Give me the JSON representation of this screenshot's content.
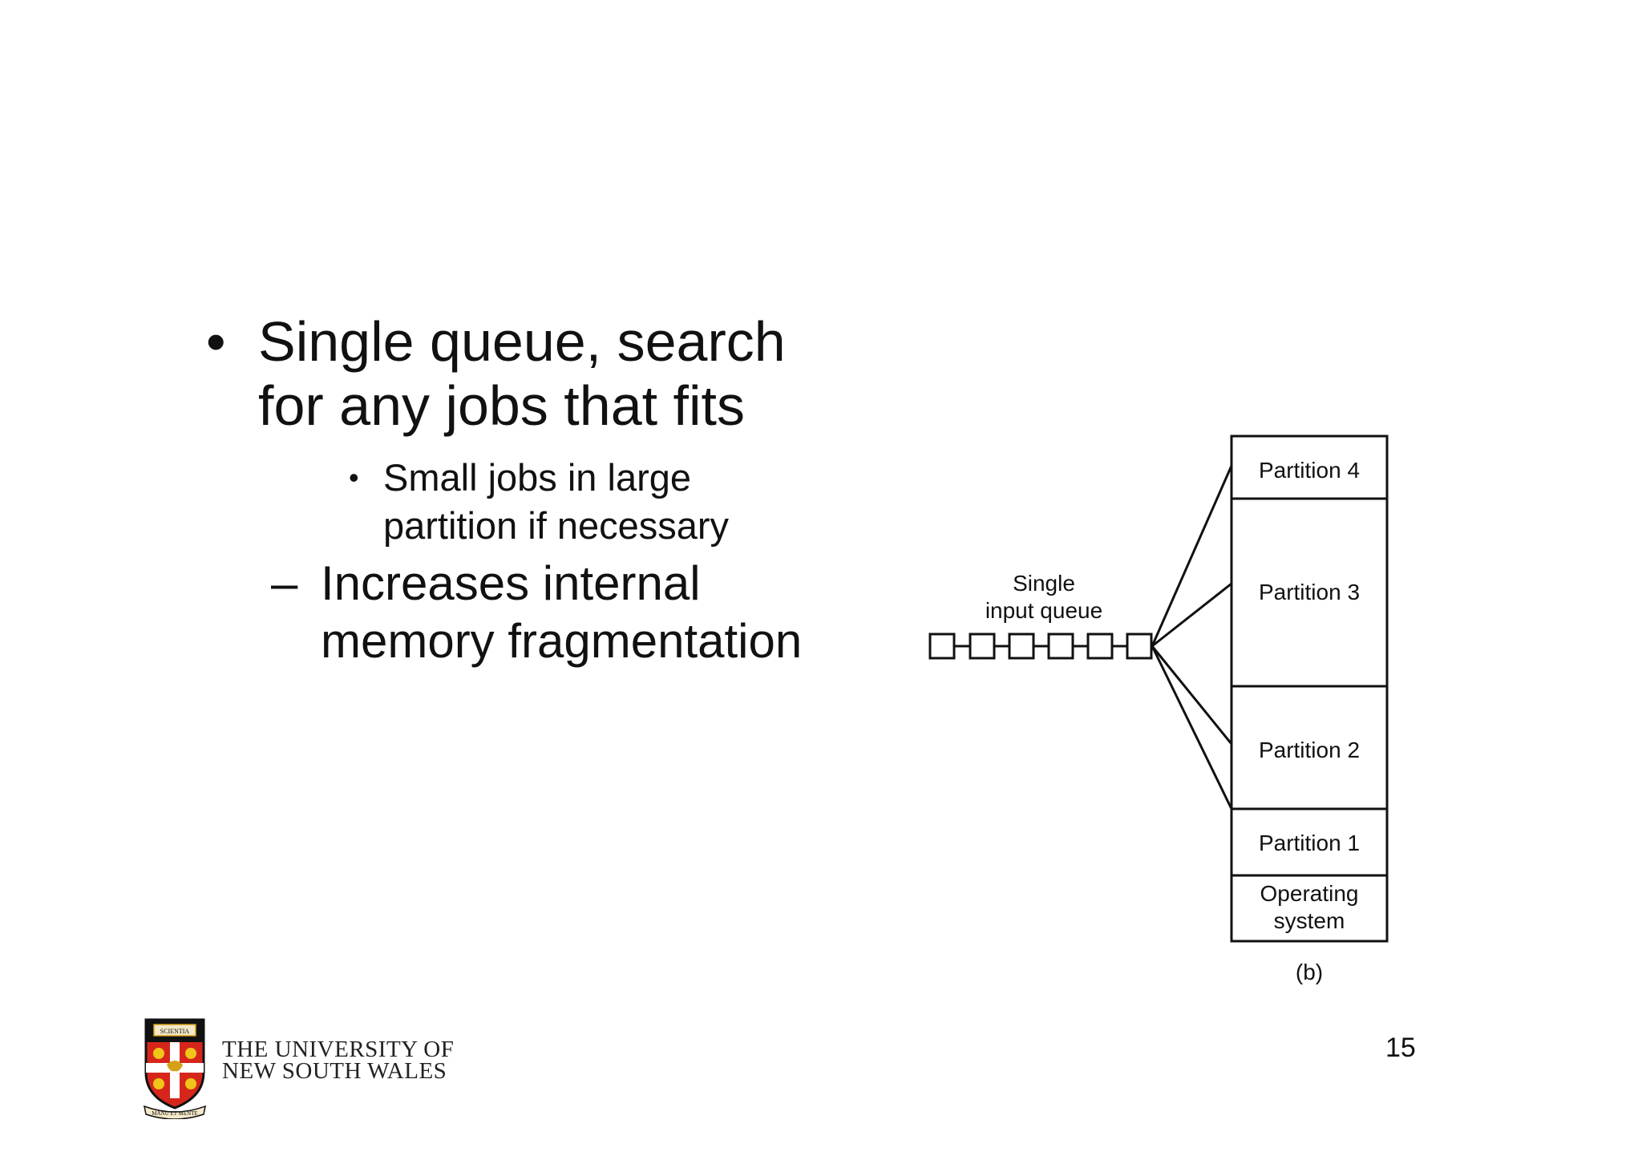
{
  "bullets": {
    "main": {
      "marker": "•",
      "text": "Single queue, search for any jobs that fits"
    },
    "sub": {
      "marker": "•",
      "text": "Small jobs in large partition if necessary"
    },
    "dash": {
      "marker": "–",
      "text": "Increases internal memory fragmentation"
    }
  },
  "diagram": {
    "queue_label_line1": "Single",
    "queue_label_line2": "input queue",
    "queue_slots": 6,
    "partitions": [
      {
        "label": "Partition 4"
      },
      {
        "label": "Partition 3"
      },
      {
        "label": "Partition 2"
      },
      {
        "label": "Partition 1"
      }
    ],
    "os_label_line1": "Operating",
    "os_label_line2": "system",
    "caption": "(b)"
  },
  "footer": {
    "university_line1": "THE UNIVERSITY OF",
    "university_line2": "NEW SOUTH WALES",
    "crest_scroll_text": "SCIENTIA",
    "crest_motto": "MANU ET MENTE",
    "page_number": "15"
  }
}
